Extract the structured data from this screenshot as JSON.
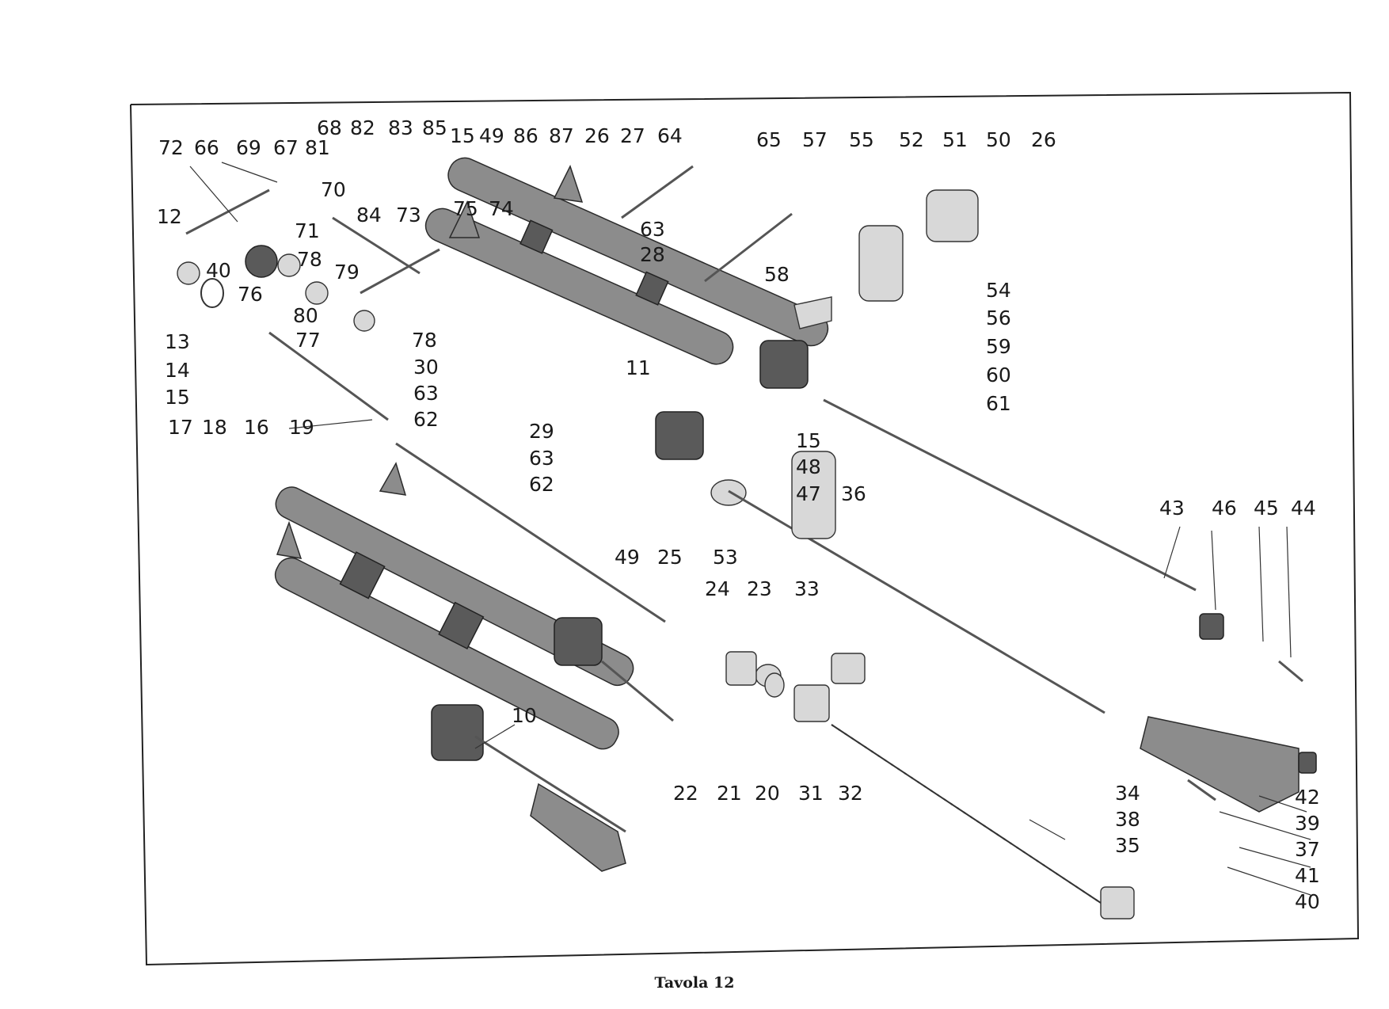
{
  "caption": "Tavola 12",
  "callouts": [
    "72",
    "66",
    "69",
    "67",
    "81",
    "68",
    "82",
    "83",
    "85",
    "15",
    "49",
    "86",
    "87",
    "26",
    "27",
    "64",
    "65",
    "57",
    "55",
    "52",
    "51",
    "50",
    "26",
    "12",
    "71",
    "70",
    "84",
    "73",
    "75",
    "74",
    "63",
    "28",
    "40",
    "78",
    "79",
    "76",
    "13",
    "80",
    "14",
    "77",
    "15",
    "78",
    "17",
    "18",
    "16",
    "19",
    "30",
    "63",
    "62",
    "29",
    "63",
    "62",
    "58",
    "54",
    "56",
    "59",
    "60",
    "61",
    "11",
    "15",
    "48",
    "47",
    "36",
    "53",
    "49",
    "25",
    "24",
    "23",
    "33",
    "43",
    "46",
    "45",
    "44",
    "22",
    "21",
    "20",
    "31",
    "32",
    "10",
    "34",
    "38",
    "35",
    "42",
    "39",
    "37",
    "41",
    "40"
  ]
}
